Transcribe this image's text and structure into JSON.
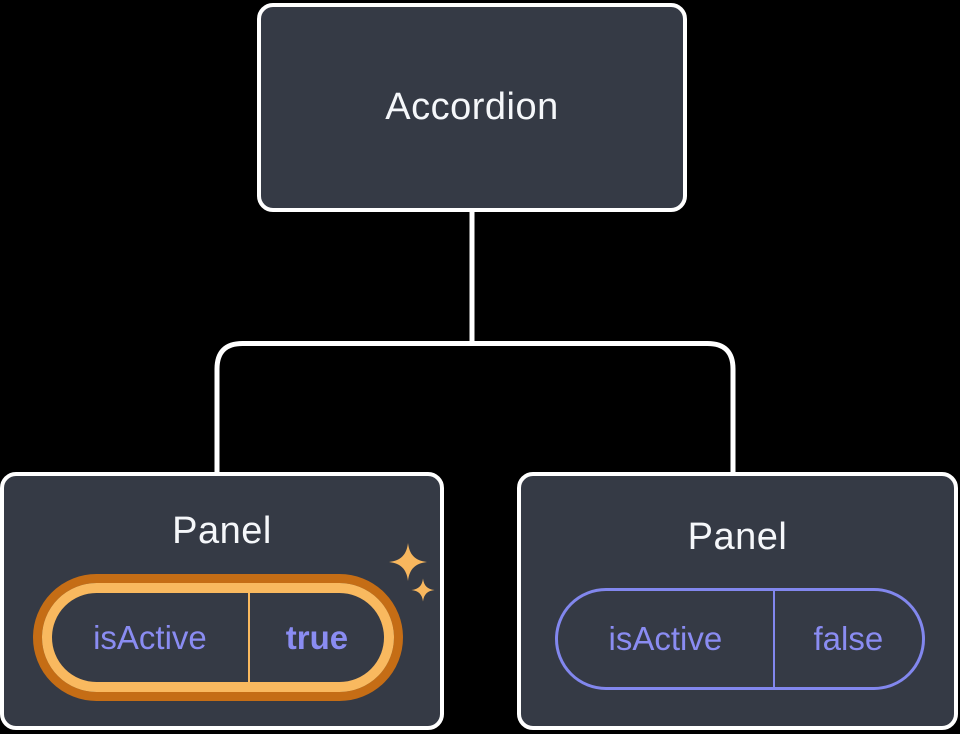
{
  "diagram": {
    "description": "Component tree: Accordion parent sharing state with two Panel children",
    "root": {
      "label": "Accordion"
    },
    "panels": [
      {
        "title": "Panel",
        "prop": {
          "name": "isActive",
          "value": "true"
        },
        "active": true,
        "has_sparkles": true
      },
      {
        "title": "Panel",
        "prop": {
          "name": "isActive",
          "value": "false"
        },
        "active": false,
        "has_sparkles": false
      }
    ]
  },
  "colors": {
    "background": "#000000",
    "node_fill": "#353a45",
    "node_border": "#ffffff",
    "title_color": "#f5f7fa",
    "connector": "#ffffff",
    "purple_text": "#8a8cf2",
    "purple_border": "#8287ee",
    "active_ring_outer": "#c56d15",
    "active_ring_inner": "#f9b95f",
    "sparkle": "#f8b75e"
  }
}
